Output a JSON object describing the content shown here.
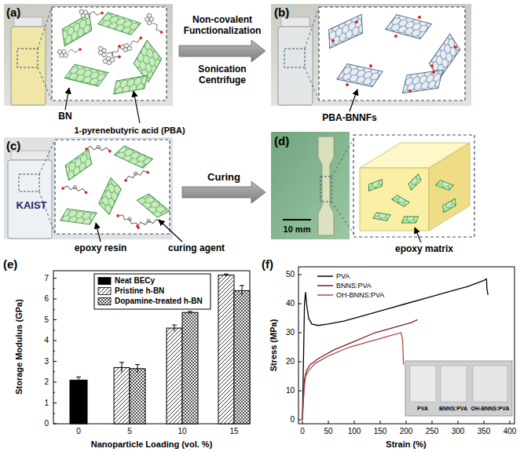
{
  "diagram": {
    "labels": [
      "(a)",
      "BN",
      "1-pyrenebutyric acid (PBA)",
      "Non-covalent Functionalization",
      "Sonication Centrifuge",
      "(b)",
      "PBA-BNNFs",
      "(c)",
      "KAIST",
      "epoxy resin",
      "curing agent",
      "Curing",
      "(d)",
      "10 mm",
      "epoxy matrix",
      "(e)",
      "Storage Modulus (GPa)",
      "0",
      "1",
      "2",
      "3",
      "4",
      "5",
      "6",
      "7",
      "0",
      "5",
      "10",
      "15",
      "Nanoparticle Loading (vol. %)",
      "(f)",
      "Stress (MPa)",
      "0",
      "10",
      "20",
      "30",
      "40",
      "50",
      "0",
      "50",
      "100",
      "150",
      "200",
      "250",
      "300",
      "350",
      "400",
      "Strain (%)",
      "PVA",
      "BNNS:PVA",
      "OH-BNNS:PVA"
    ],
    "legend": [
      {
        "text": "Neat BECy",
        "color": "#000000"
      },
      {
        "text": "Pristine h-BN"
      },
      {
        "text": "Dopamine-treated h-BN"
      },
      {
        "text": "PVA"
      },
      {
        "text": "BNNS:PVA"
      },
      {
        "text": "OH-BNNS:PVA"
      }
    ]
  }
}
